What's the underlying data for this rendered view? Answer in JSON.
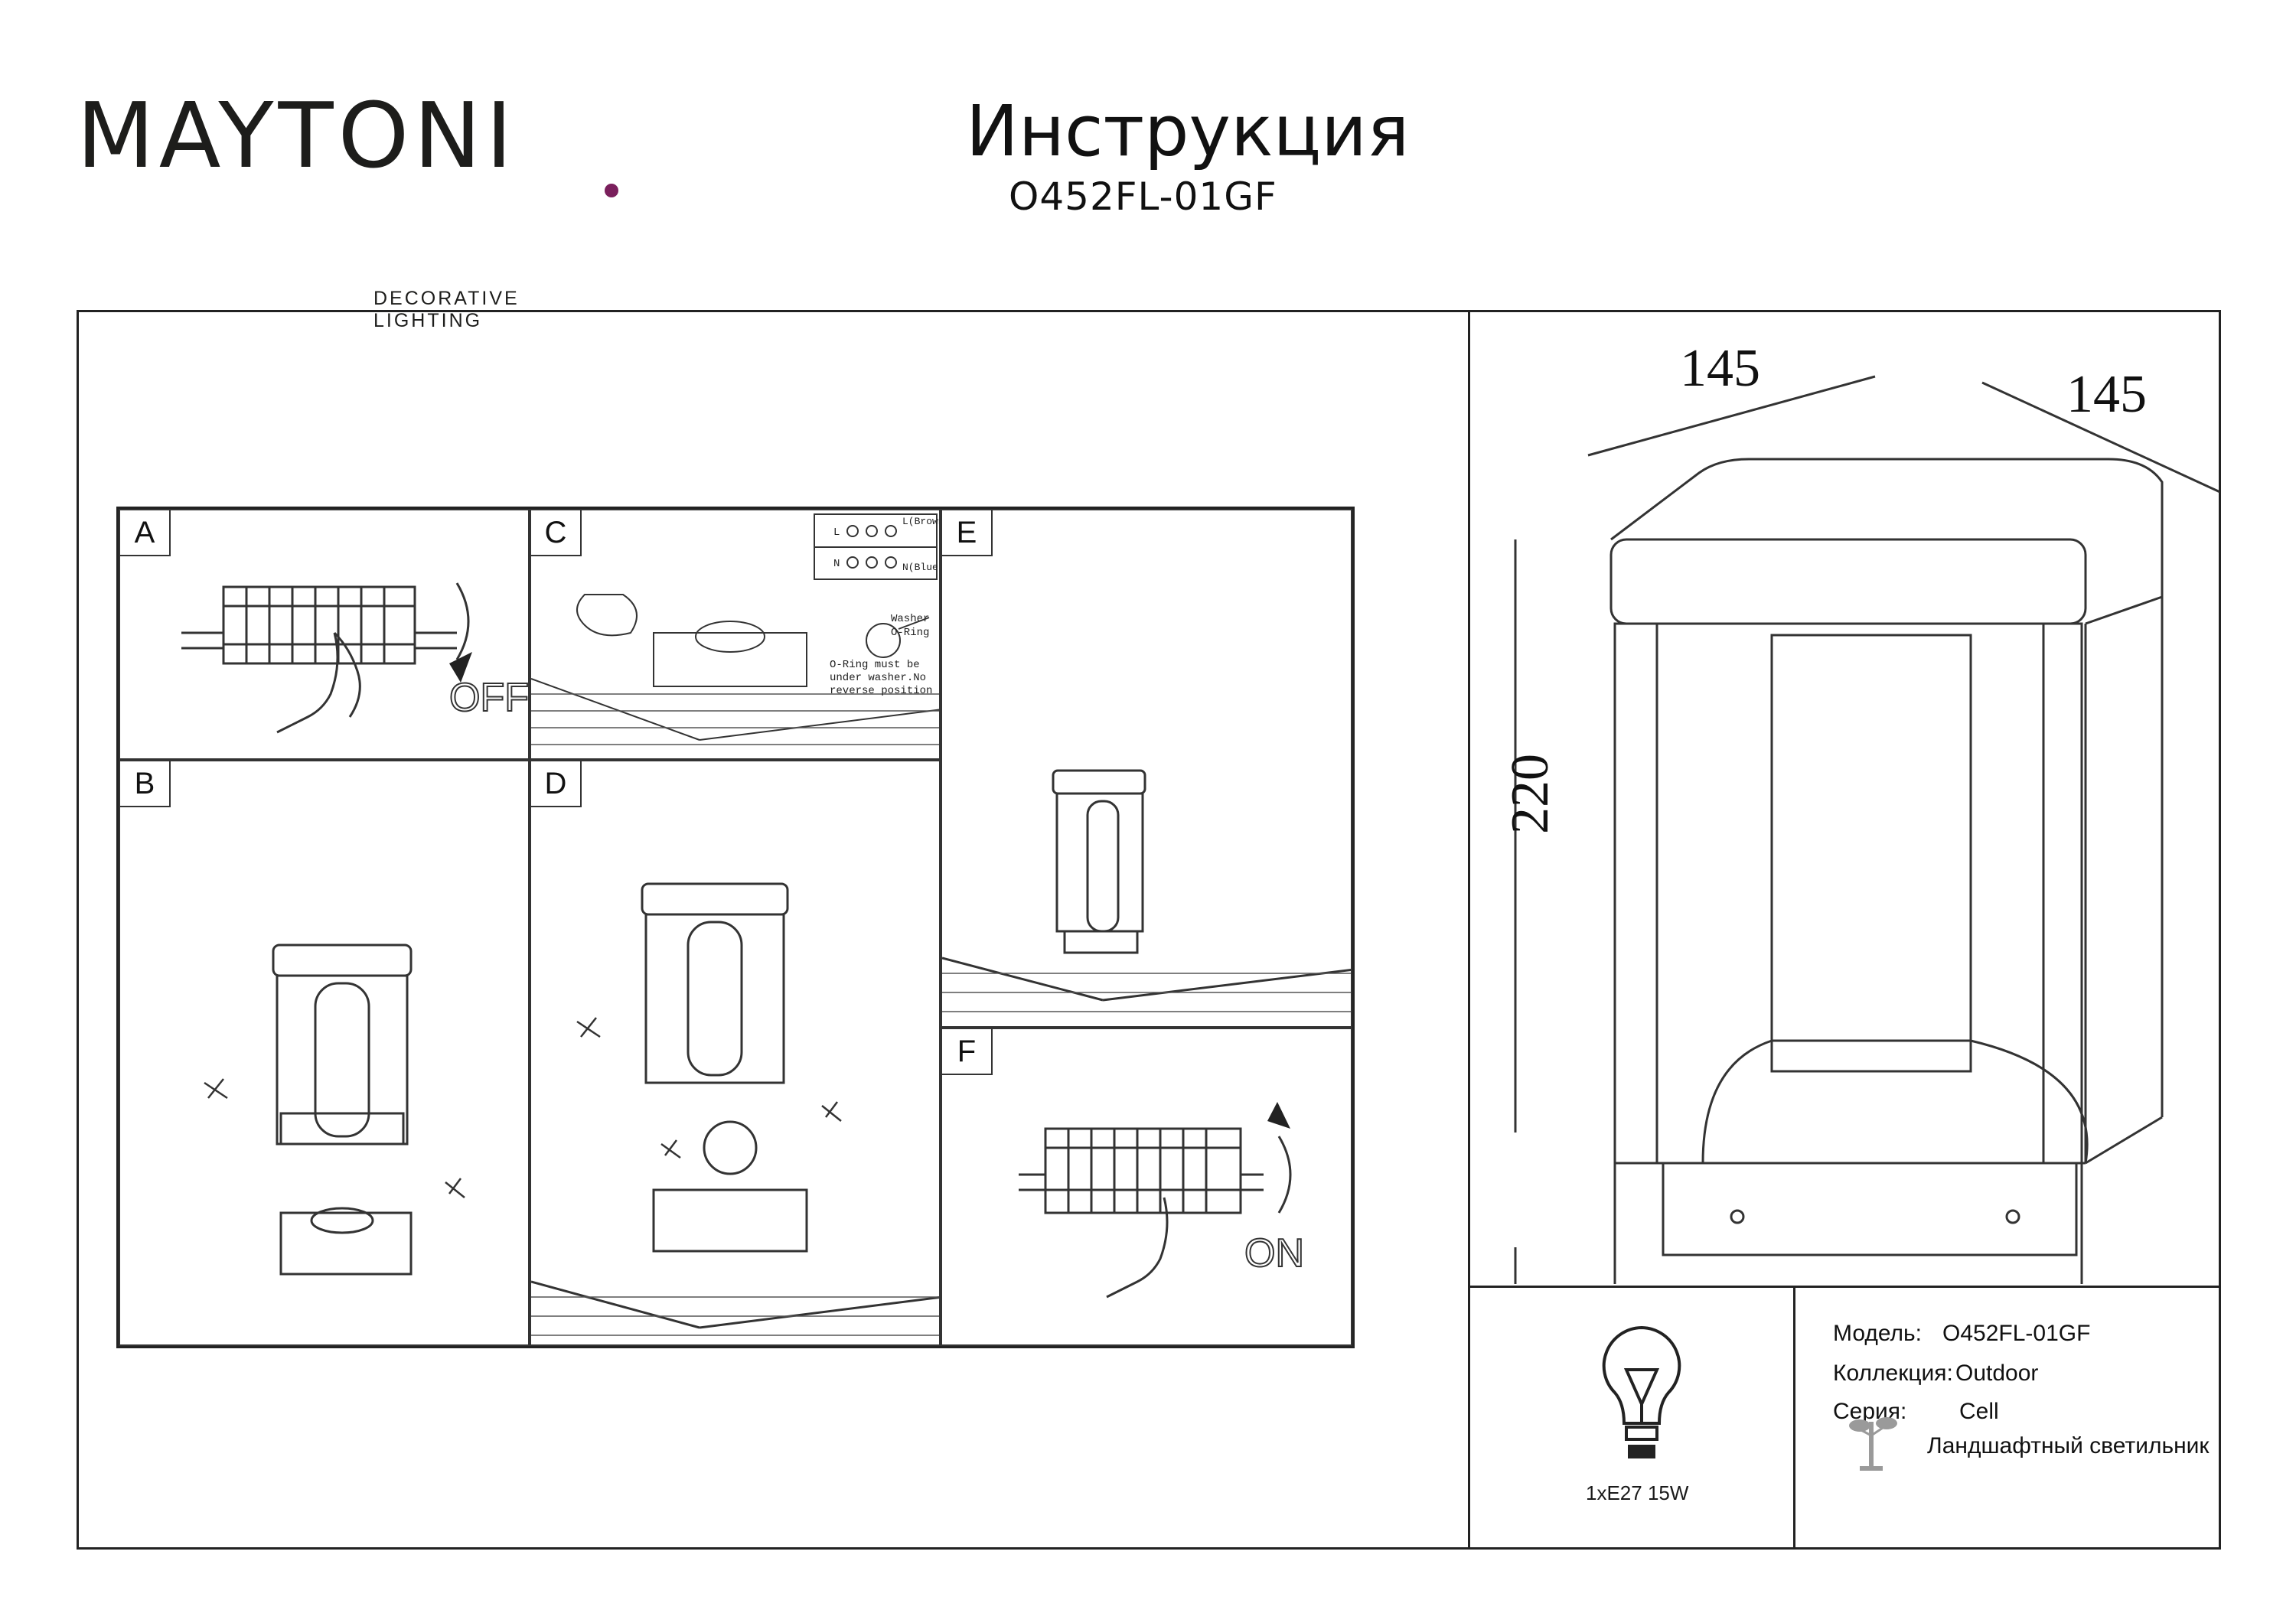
{
  "header": {
    "logo_text": "MAYTONI",
    "logo_tagline": "DECORATIVE LIGHTING",
    "title": "Инструкция",
    "model": "O452FL-01GF"
  },
  "steps": [
    {
      "label": "A",
      "annotation": "OFF"
    },
    {
      "label": "B"
    },
    {
      "label": "C",
      "wiring": {
        "l_label": "L",
        "n_label": "N",
        "l_wire": "L(Brown)",
        "n_wire": "N(Blue)",
        "washer": "Washer",
        "oring": "O-Ring",
        "note_lines": [
          "O-Ring must be",
          "under washer.No",
          "reverse position"
        ]
      }
    },
    {
      "label": "D"
    },
    {
      "label": "E"
    },
    {
      "label": "F",
      "annotation": "ON"
    }
  ],
  "dimensions": {
    "width": "145",
    "depth": "145",
    "height": "220"
  },
  "bulb": {
    "caption": "1xE27 15W"
  },
  "specs": {
    "model_key": "Модель:",
    "model_val": "O452FL-01GF",
    "collection_key": "Коллекция:",
    "collection_val": "Outdoor",
    "series_key": "Серия:",
    "series_val": "Cell",
    "type_val": "Ландшафтный светильник"
  },
  "icons": [
    "lightbulb-icon",
    "landscape-lamp-icon",
    "switch-off-hand-icon",
    "switch-on-hand-icon",
    "screw-icon"
  ]
}
